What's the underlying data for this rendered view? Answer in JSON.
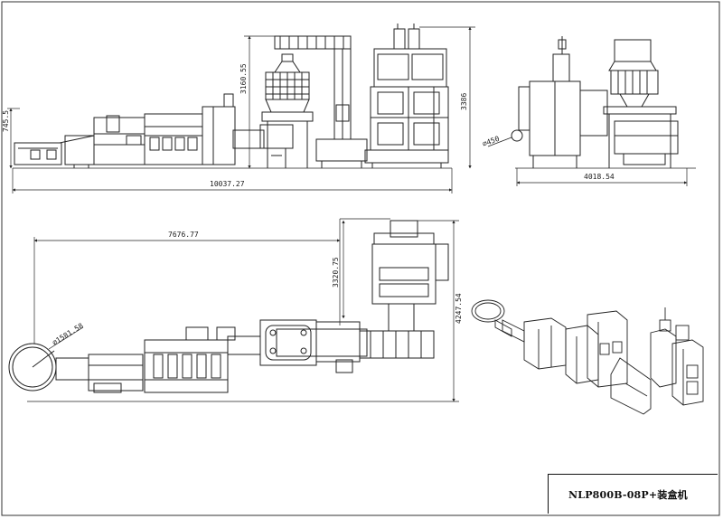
{
  "drawing": {
    "title": "NLP800B-08P+装盒机",
    "dimensions": {
      "front_left_height": "745.5",
      "weigher_height": "3160.55",
      "right_height": "3386",
      "front_total_length": "10037.27",
      "side_total_width": "4018.54",
      "side_circle": "∅450",
      "plan_length": "7676.77",
      "plan_weigher_offset": "3320.75",
      "plan_height": "4247.54",
      "plan_turntable": "∅1581.58"
    }
  }
}
